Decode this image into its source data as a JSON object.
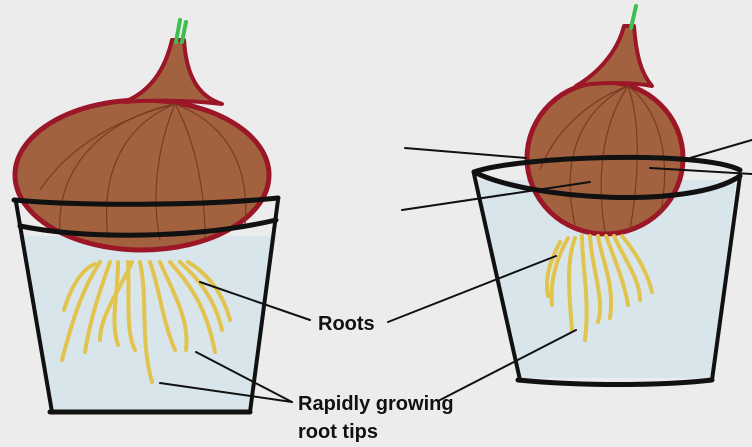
{
  "labels": {
    "roots": "Roots",
    "tips_line1": "Rapidly growing",
    "tips_line2": "root tips"
  },
  "colors": {
    "background": "#ececec",
    "onion_fill": "#a2623f",
    "onion_outline": "#9b1626",
    "onion_veins": "#7a3b22",
    "sprout": "#3fbf4f",
    "water": "#d8e6ec",
    "glass_outline": "#111111",
    "roots": "#e1c34d",
    "pointer_lines": "#111111"
  }
}
